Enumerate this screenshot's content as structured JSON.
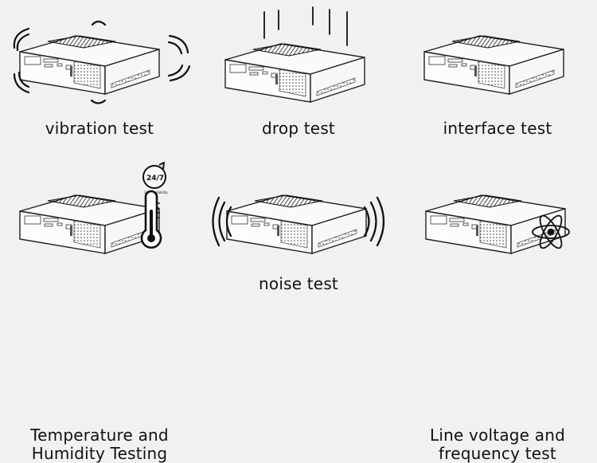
{
  "tests": [
    {
      "caption": "vibration test"
    },
    {
      "caption": "drop test"
    },
    {
      "caption": "interface test"
    },
    {
      "caption_lines": [
        "Temperature and",
        "Humidity Testing"
      ],
      "badge_text": "24/7",
      "badge_subtitle": "24/7 Reliability"
    },
    {
      "caption": "noise test"
    },
    {
      "caption_lines": [
        "Line voltage and",
        "frequency test"
      ]
    }
  ],
  "colors": {
    "background": "#f1f1f1",
    "line": "#222222",
    "vent": "#111111"
  },
  "icons": [
    "device-icon",
    "vibration-waves-icon",
    "drop-lines-icon",
    "clock-icon",
    "thermometer-icon",
    "sound-waves-icon",
    "atom-icon"
  ]
}
